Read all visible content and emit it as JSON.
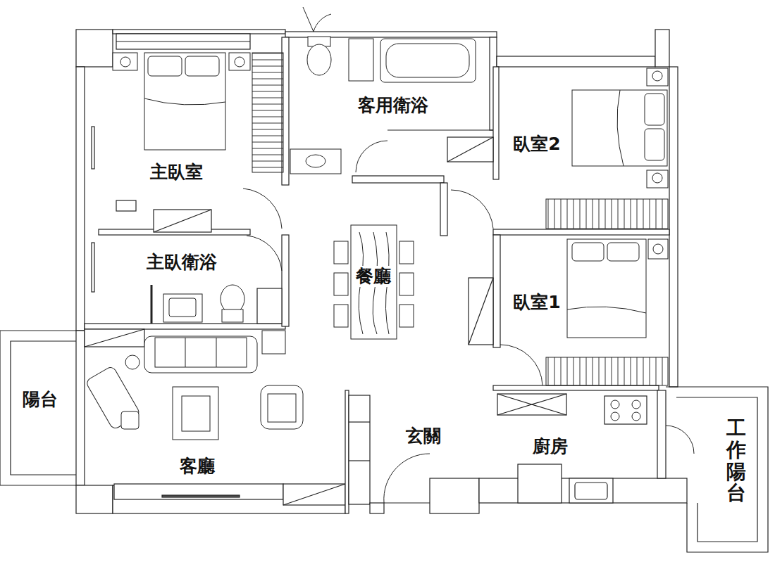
{
  "diagram": {
    "labels": [
      "客用衛浴",
      "臥室2",
      "主臥室",
      "主臥衛浴",
      "餐廳",
      "臥室1",
      "陽台",
      "玄關",
      "廚房",
      "工作陽台",
      "客廳"
    ]
  }
}
